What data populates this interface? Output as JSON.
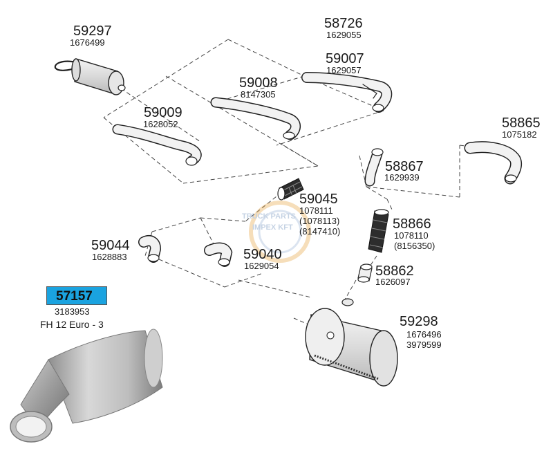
{
  "colors": {
    "highlight": "#1aa3e0",
    "line": "#222222",
    "part_fill": "#e9e9e9",
    "dashed": "#444444"
  },
  "parts": {
    "p59297": {
      "number": "59297",
      "refs": [
        "1676499"
      ]
    },
    "p58726": {
      "number": "58726",
      "refs": [
        "1629055"
      ]
    },
    "p59007": {
      "number": "59007",
      "refs": [
        "1629057"
      ]
    },
    "p59008": {
      "number": "59008",
      "refs": [
        "8147305"
      ]
    },
    "p59009": {
      "number": "59009",
      "refs": [
        "1628052"
      ]
    },
    "p58865": {
      "number": "58865",
      "refs": [
        "1075182"
      ]
    },
    "p58867": {
      "number": "58867",
      "refs": [
        "1629939"
      ]
    },
    "p59045": {
      "number": "59045",
      "refs": [
        "1078111",
        "(1078113)",
        "(8147410)"
      ]
    },
    "p58866": {
      "number": "58866",
      "refs": [
        "1078110",
        "(8156350)"
      ]
    },
    "p59044": {
      "number": "59044",
      "refs": [
        "1628883"
      ]
    },
    "p59040": {
      "number": "59040",
      "refs": [
        "1629054"
      ]
    },
    "p58862": {
      "number": "58862",
      "refs": [
        "1626097"
      ]
    },
    "p59298": {
      "number": "59298",
      "refs": [
        "1676496",
        "3979599"
      ]
    }
  },
  "highlighted_part": {
    "number": "57157",
    "ref": "3183953",
    "description": "FH 12 Euro - 3"
  },
  "watermark": {
    "line1": "TRUCK PARTS",
    "line2": "IMPEX KFT"
  }
}
